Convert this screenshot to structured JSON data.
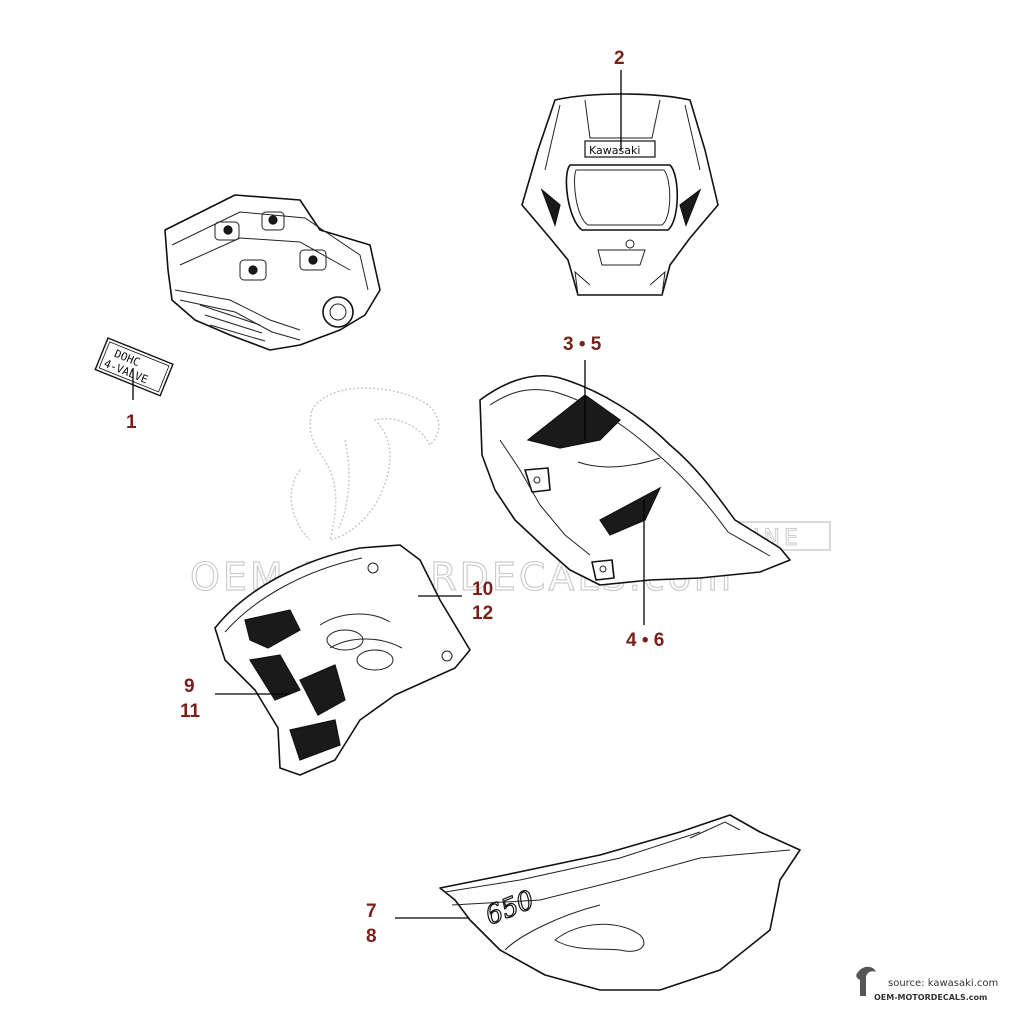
{
  "watermark": {
    "brand": "OEM-MOTORDECALS.com",
    "badge": "ONLINE"
  },
  "decals": {
    "dohc_line1": "DOHC",
    "dohc_line2": "4-VALVE",
    "kawasaki": "Kawasaki",
    "model_number": "650"
  },
  "callouts": {
    "c1": "1",
    "c2": "2",
    "c3_5": "3 • 5",
    "c4_6": "4 • 6",
    "c10": "10",
    "c12": "12",
    "c9": "9",
    "c11": "11",
    "c7": "7",
    "c8": "8"
  },
  "footer": {
    "source": "source: kawasaki.com",
    "site": "OEM-MOTORDECALS.com"
  }
}
